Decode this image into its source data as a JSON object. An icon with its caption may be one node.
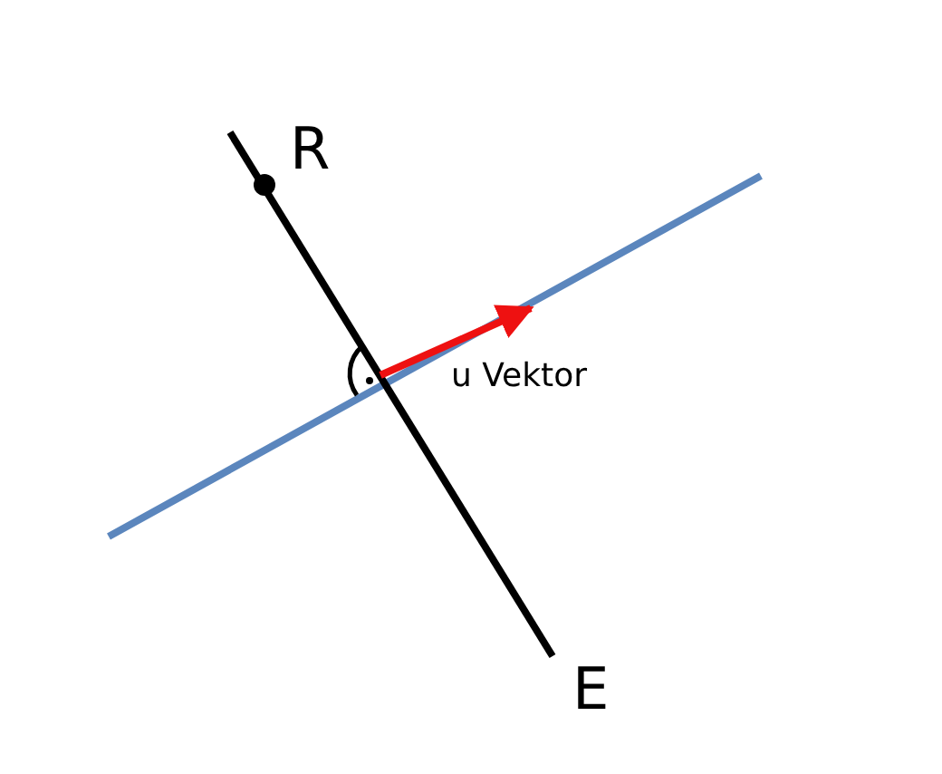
{
  "diagram": {
    "labels": [
      "R",
      "E",
      "u Vektor"
    ]
  }
}
